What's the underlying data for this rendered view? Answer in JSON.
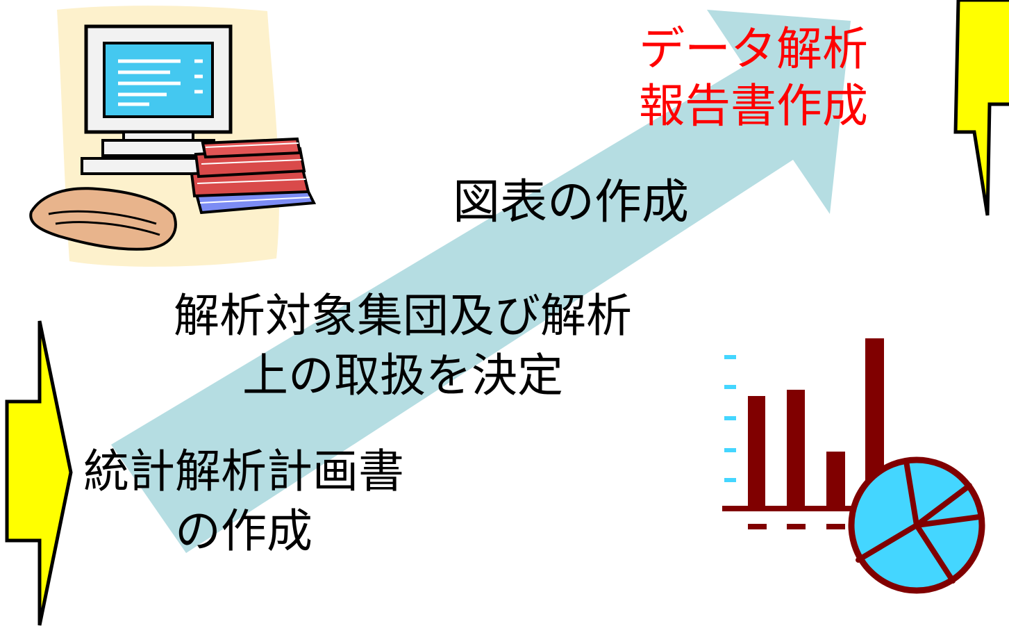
{
  "colors": {
    "progress_arrow": "#b5dde2",
    "callout_fill": "#ffff00",
    "callout_stroke": "#000000",
    "final_step_text": "#ff0000",
    "step_text": "#000000",
    "bar_color": "#800000",
    "pie_fill": "#44d6ff",
    "tick_color": "#44d6ff"
  },
  "steps": [
    {
      "lines": [
        "統計解析計画書",
        "の作成"
      ]
    },
    {
      "lines": [
        "解析対象集団及び解析",
        "上の取扱を決定"
      ]
    },
    {
      "lines": [
        "図表の作成"
      ]
    },
    {
      "lines": [
        "データ解析",
        "報告書作成"
      ]
    }
  ],
  "icons": {
    "computer_clipart": "computer-with-books-icon",
    "chart_clipart": "bar-and-pie-chart-icon",
    "left_callout": "lightning-callout-left-icon",
    "right_callout": "lightning-callout-right-icon"
  }
}
